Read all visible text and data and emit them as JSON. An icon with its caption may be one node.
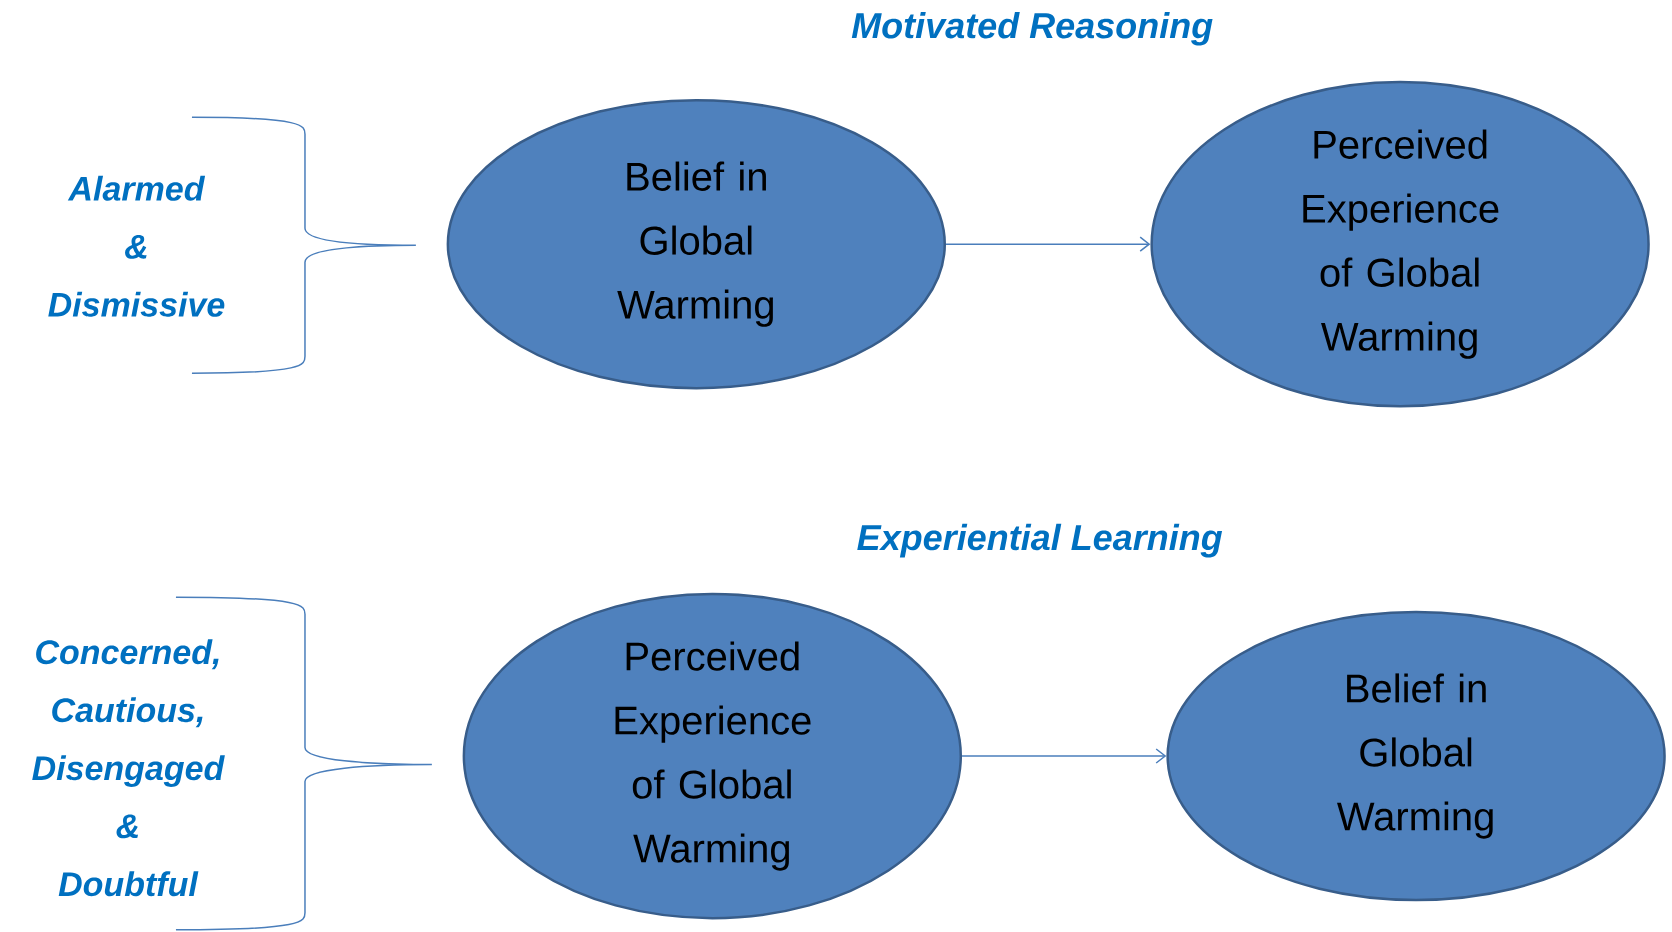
{
  "diagram": {
    "nodes": [
      {
        "text": [
          "Belief in Global Warming"
        ]
      },
      {
        "text": [
          "Perceived Experience of Global Warming"
        ]
      },
      {
        "text": [
          "Perceived Experience of Global Warming"
        ]
      },
      {
        "text": [
          "Belief in Global Warming"
        ]
      }
    ],
    "edges": [
      {
        "from": 0,
        "to": 1,
        "arrow": "to"
      },
      {
        "from": 2,
        "to": 3,
        "arrow": "to"
      }
    ],
    "labels": [
      "Motivated Reasoning",
      "Alarmed & Dismissive",
      "Experiential Learning",
      "Concerned, Cautious, Disengaged & Doubtful"
    ]
  }
}
